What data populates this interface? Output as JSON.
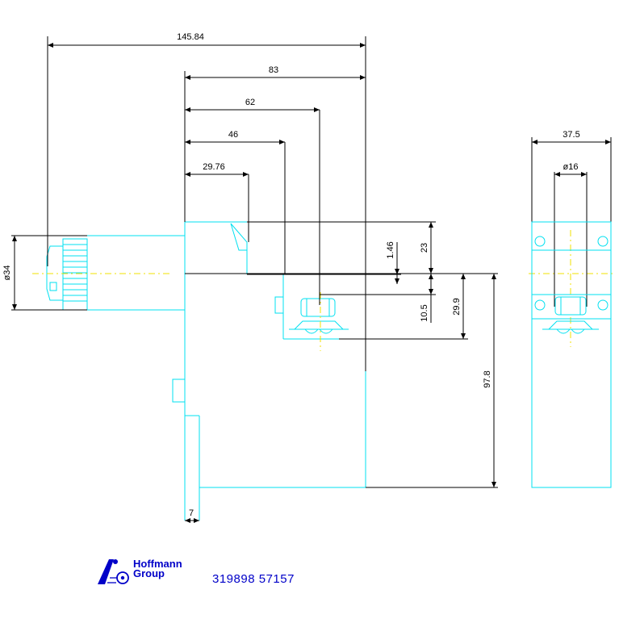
{
  "dimensions": {
    "d145_84": "145.84",
    "d83": "83",
    "d62": "62",
    "d46": "46",
    "d29_76": "29.76",
    "d23": "23",
    "d1_46": "1.46",
    "d10_5": "10.5",
    "d29_9": "29.9",
    "d97_8": "97.8",
    "d7": "7",
    "dia34": "ø34",
    "d37_5": "37.5",
    "dia16": "ø16"
  },
  "logo": {
    "line1": "Hoffmann",
    "line2": "Group",
    "icon": "hoffmann-logo-icon"
  },
  "part_number": "319898 57157",
  "colors": {
    "outline": "#00e0f0",
    "dimension": "#000000",
    "centerline": "#f0e000",
    "logo": "#0000c8"
  }
}
